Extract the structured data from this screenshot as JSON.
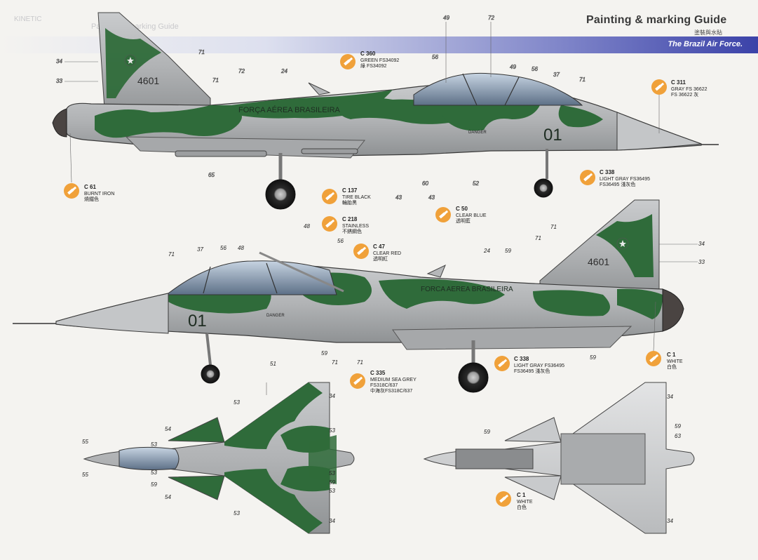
{
  "header": {
    "title": "Painting & marking Guide",
    "subtitle": "塗裝與水貼",
    "banner": "The Brazil Air Force.",
    "ghost_logo": "KINETIC",
    "ghost_text": "Painting & marking Guide"
  },
  "markings": {
    "fuselage_text_left_side": "FORÇA AÉREA BRASILEIRA",
    "fuselage_text_right_side": "FORCA AEREA BRASILEIRA",
    "nose_number": "01",
    "tail_number_left": "4601",
    "tail_number_right": "4601",
    "danger": "DANGER"
  },
  "paints": [
    {
      "code": "C 360",
      "lines": [
        "GREEN FS34092",
        "綠 FS34092"
      ]
    },
    {
      "code": "C 311",
      "lines": [
        "GRAY FS 36622",
        "FS 36622 灰"
      ]
    },
    {
      "code": "C 61",
      "lines": [
        "BURNT IRON",
        "燒鐵色"
      ]
    },
    {
      "code": "C 137",
      "lines": [
        "TIRE BLACK",
        "輪胎黑"
      ]
    },
    {
      "code": "C 338",
      "lines": [
        "LIGHT GRAY FS36495",
        "FS36495 淺灰色"
      ]
    },
    {
      "code": "C 50",
      "lines": [
        "CLEAR BLUE",
        "透明藍"
      ]
    },
    {
      "code": "C 218",
      "lines": [
        "STAINLESS",
        "不銹鋼色"
      ]
    },
    {
      "code": "C 47",
      "lines": [
        "CLEAR RED",
        "透明紅"
      ]
    },
    {
      "code": "C 1",
      "lines": [
        "WHITE",
        "白色"
      ]
    },
    {
      "code": "C 338",
      "lines": [
        "LIGHT GRAY FS36495",
        "FS36495 淺灰色"
      ]
    },
    {
      "code": "C 335",
      "lines": [
        "MEDIUM SEA GREY",
        "FS318C/637",
        "中海灰FS318C/637"
      ]
    },
    {
      "code": "C 1",
      "lines": [
        "WHITE",
        "白色"
      ]
    }
  ],
  "callouts": {
    "top_view": [
      "72",
      "49",
      "56",
      "49",
      "56",
      "37",
      "71",
      "34",
      "33",
      "71",
      "71",
      "72",
      "24",
      "65",
      "43",
      "60",
      "43",
      "52"
    ],
    "side_view": [
      "48",
      "56",
      "71",
      "37",
      "56",
      "48",
      "24",
      "59",
      "71",
      "71",
      "34",
      "33",
      "51",
      "59",
      "71",
      "71",
      "59"
    ],
    "upper_view": [
      "53",
      "34",
      "54",
      "53",
      "55",
      "53",
      "55",
      "53",
      "59",
      "54",
      "53",
      "59",
      "53",
      "53",
      "34"
    ],
    "lower_view": [
      "34",
      "59",
      "59",
      "63",
      "34"
    ]
  }
}
